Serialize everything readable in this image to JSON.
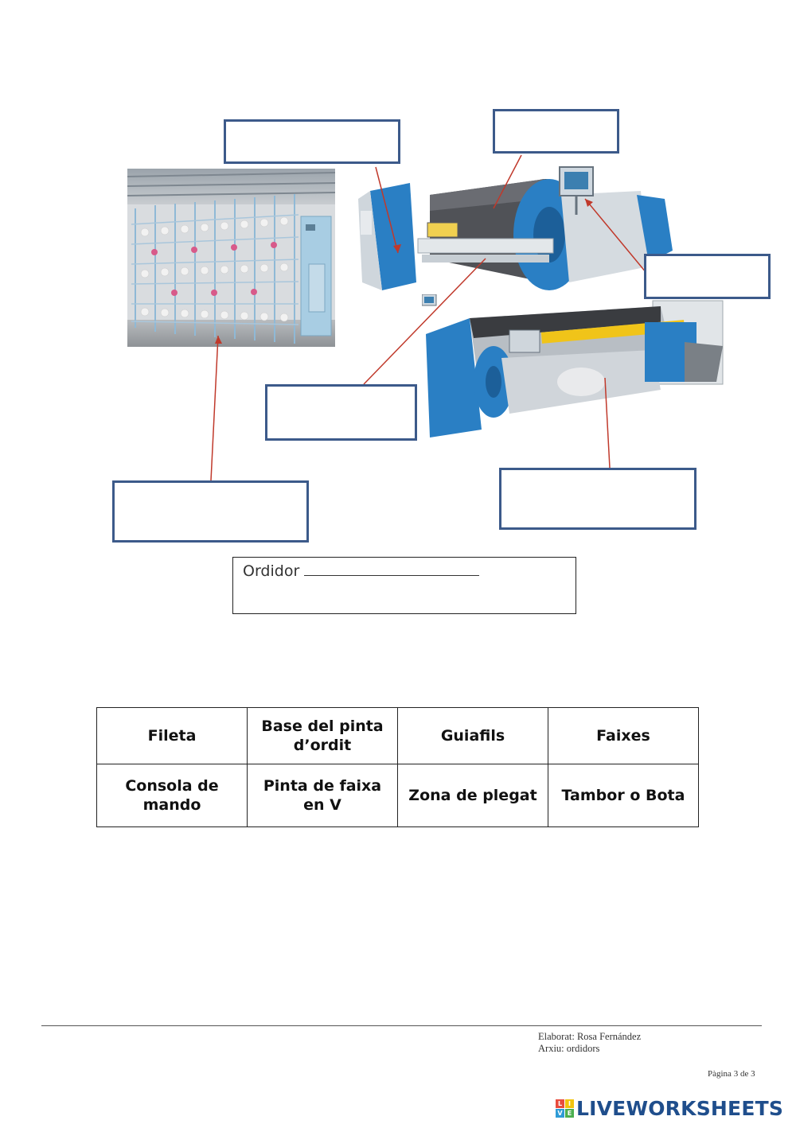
{
  "worksheet": {
    "title_label": "Ordidor",
    "word_bank": [
      [
        "Fileta",
        "Base del pinta d’ordit",
        "Guiafils",
        "Faixes"
      ],
      [
        "Consola de mando",
        "Pinta de faixa en V",
        "Zona de plegat",
        "Tambor o Bota"
      ]
    ]
  },
  "footer": {
    "author": "Elaborat: Rosa Fernández",
    "archive": "Arxiu: ordidors",
    "page": "Pàgina 3 de 3"
  },
  "brand": {
    "logo_letters": [
      "L",
      "I",
      "V",
      "E"
    ],
    "logo_colors": [
      "#e84c3d",
      "#f1c40f",
      "#2e9bd6",
      "#4caf50"
    ],
    "name": "LIVEWORKSHEETS"
  },
  "colors": {
    "answer_box_border": "#3c5a8a",
    "pointer_line": "#c0392b",
    "machine_blue": "#2a7fc4"
  }
}
